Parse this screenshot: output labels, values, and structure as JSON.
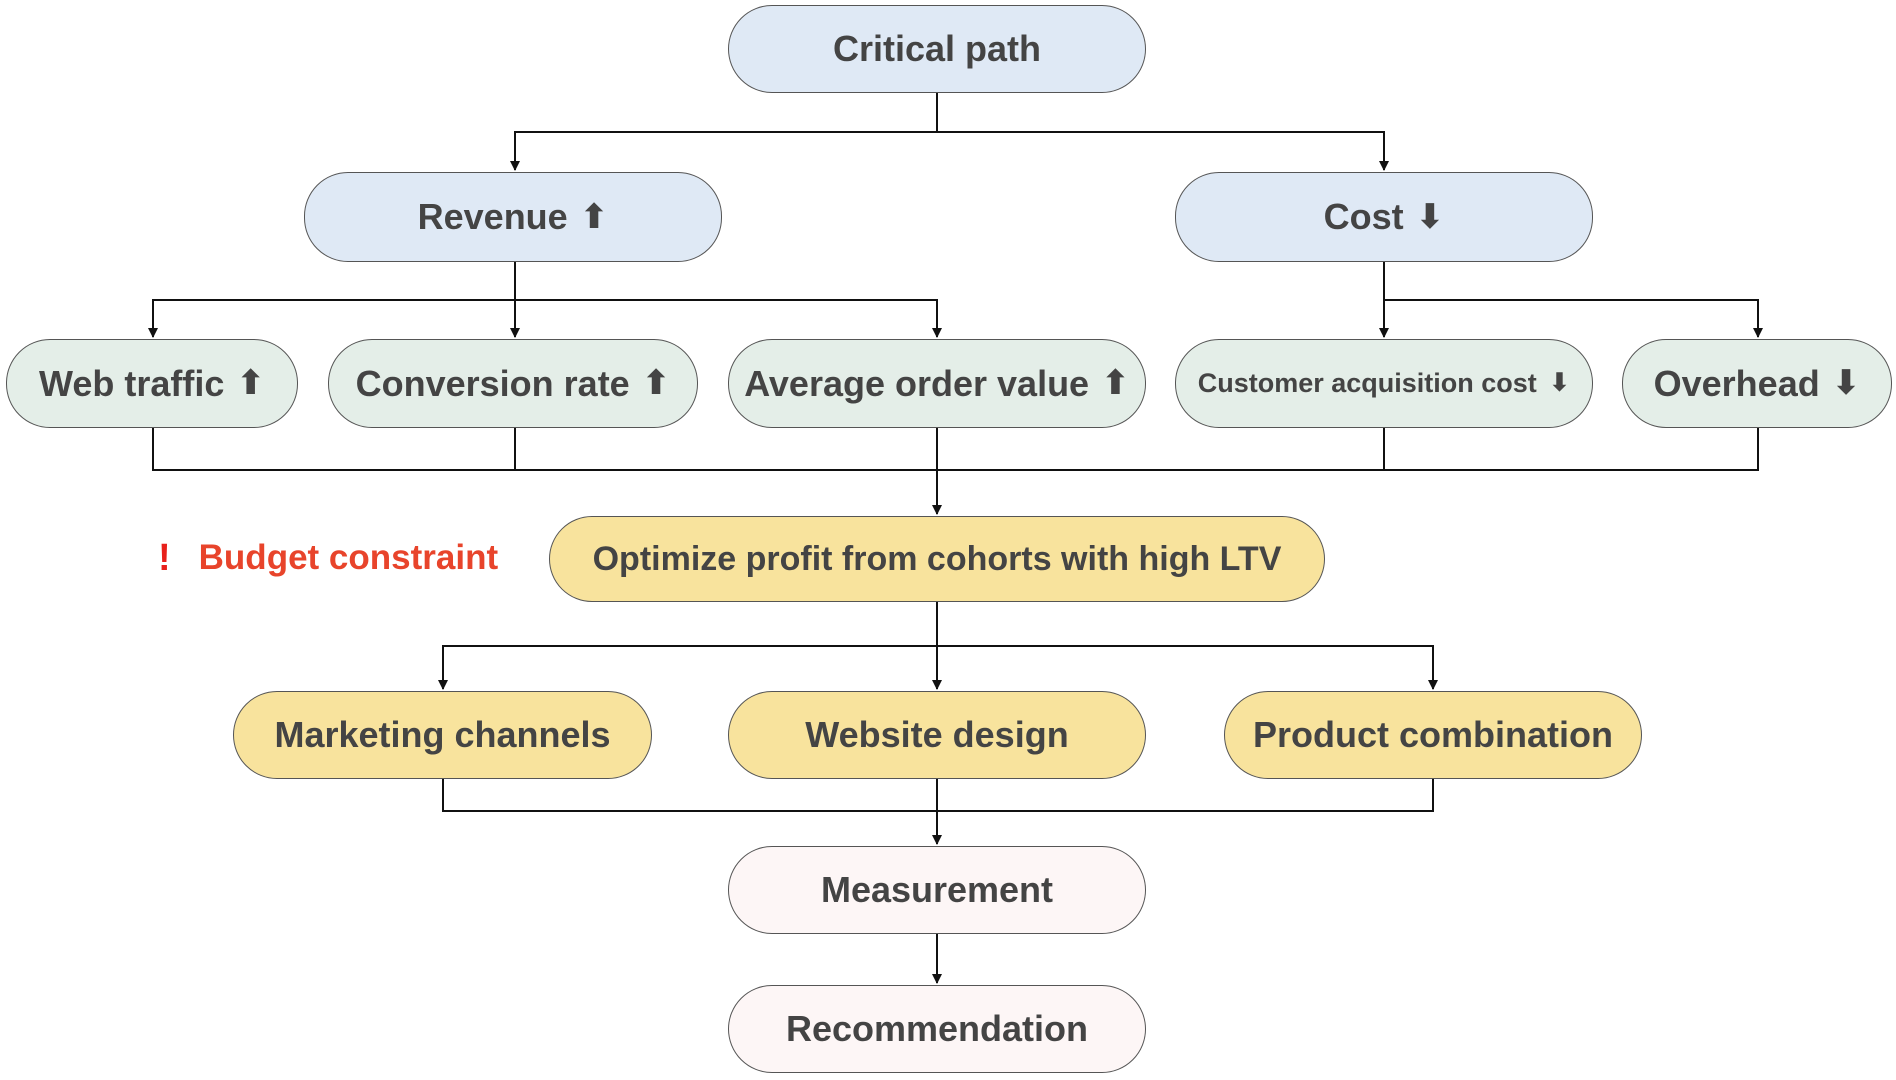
{
  "colors": {
    "level_top": "#dfe9f5",
    "level_drivers": "#e4eee8",
    "level_goal": "#f8e39d",
    "level_final": "#fdf6f6",
    "border": "#555555",
    "text": "#444444",
    "constraint": "#e8442b"
  },
  "icons": {
    "up": "arrow-up-icon",
    "down": "arrow-down-icon",
    "warning": "exclamation-icon"
  },
  "nodes": {
    "critical_path": {
      "label": "Critical path"
    },
    "revenue": {
      "label": "Revenue",
      "arrow": "⬆"
    },
    "cost": {
      "label": "Cost",
      "arrow": "⬇"
    },
    "web_traffic": {
      "label": "Web traffic",
      "arrow": "⬆"
    },
    "conversion_rate": {
      "label": "Conversion rate",
      "arrow": "⬆"
    },
    "average_order_value": {
      "label": "Average order value",
      "arrow": "⬆"
    },
    "customer_acquisition_cost": {
      "label": "Customer acquisition cost",
      "arrow": "⬇"
    },
    "overhead": {
      "label": "Overhead",
      "arrow": "⬇"
    },
    "optimize_profit": {
      "label": "Optimize profit from cohorts with high LTV"
    },
    "marketing_channels": {
      "label": "Marketing channels"
    },
    "website_design": {
      "label": "Website design"
    },
    "product_combination": {
      "label": "Product combination"
    },
    "measurement": {
      "label": "Measurement"
    },
    "recommendation": {
      "label": "Recommendation"
    }
  },
  "constraint": {
    "icon": "!",
    "label": "Budget constraint"
  }
}
